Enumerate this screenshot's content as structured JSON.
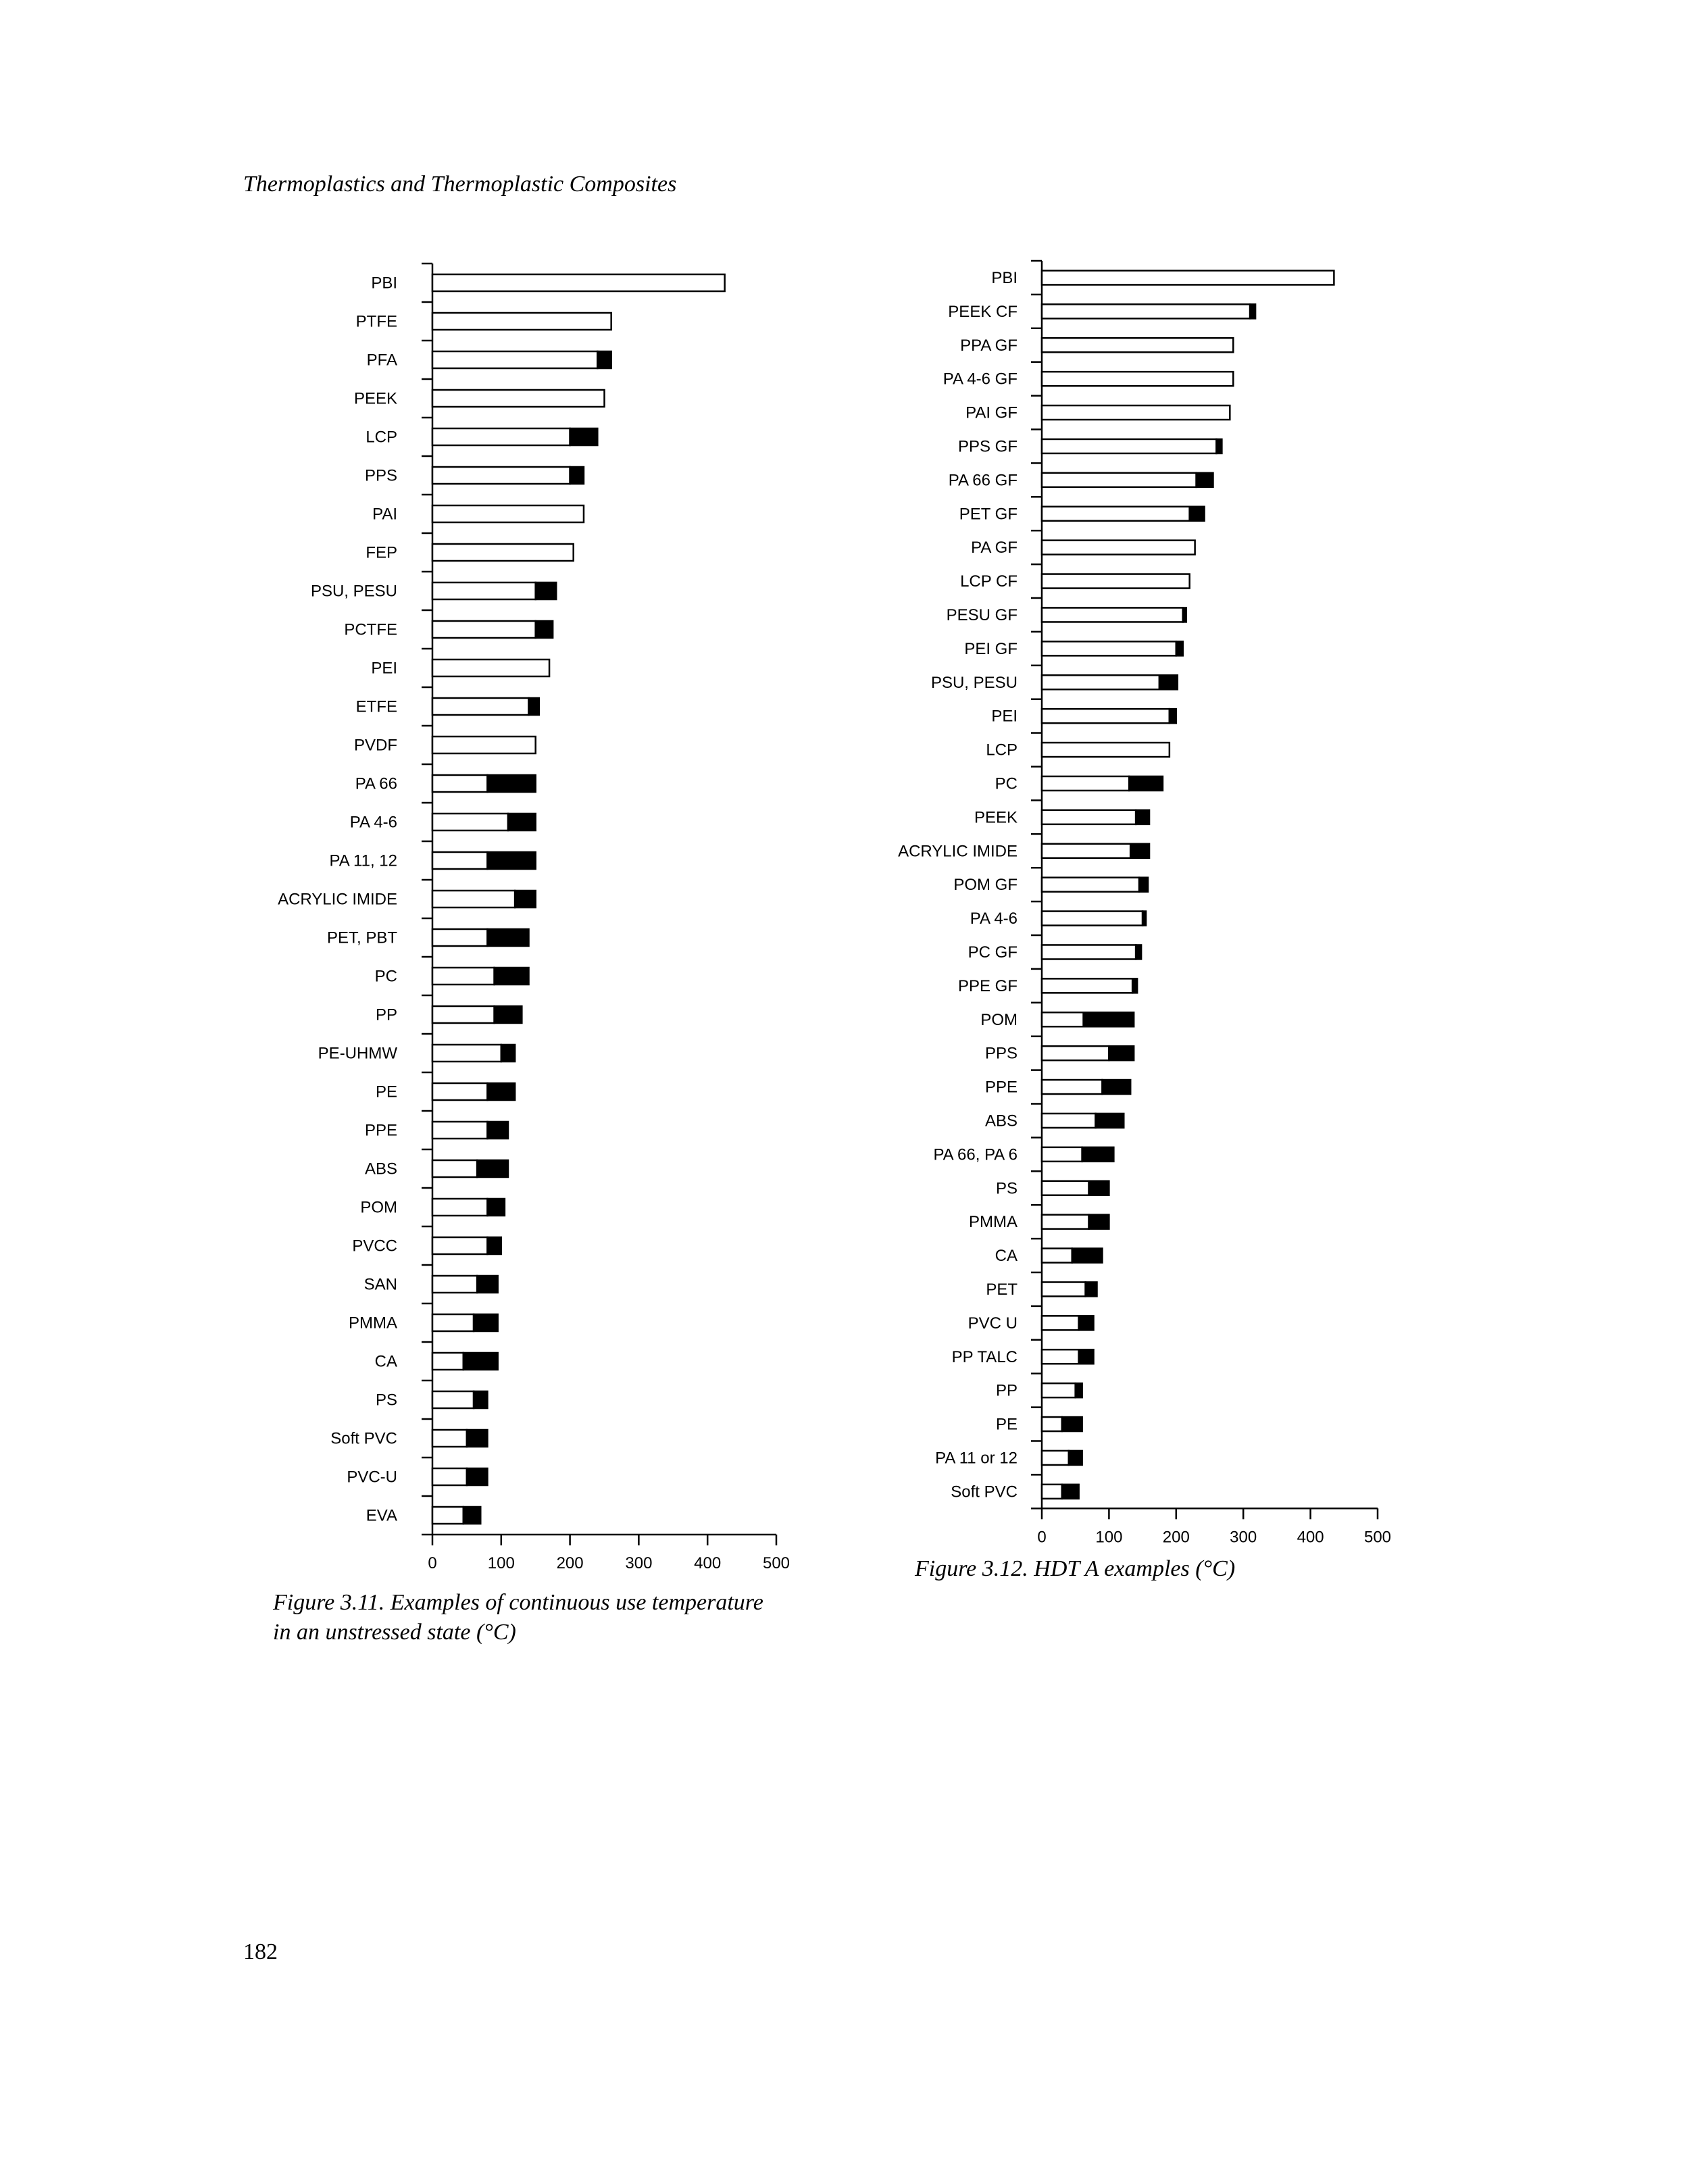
{
  "running_head": "Thermoplastics and Thermoplastic Composites",
  "page_number": "182",
  "chart_data": [
    {
      "type": "bar",
      "caption": "Figure 3.11.    Examples of continuous use temperature\nin an unstressed state (°C)",
      "xlim": [
        0,
        500
      ],
      "xticks": [
        0,
        100,
        200,
        300,
        400,
        500
      ],
      "categories": [
        "PBI",
        "PTFE",
        "PFA",
        "PEEK",
        "LCP",
        "PPS",
        "PAI",
        "FEP",
        "PSU, PESU",
        "PCTFE",
        "PEI",
        "ETFE",
        "PVDF",
        "PA 66",
        "PA 4-6",
        "PA 11, 12",
        "ACRYLIC IMIDE",
        "PET, PBT",
        "PC",
        "PP",
        "PE-UHMW",
        "PE",
        "PPE",
        "ABS",
        "POM",
        "PVCC",
        "SAN",
        "PMMA",
        "CA",
        "PS",
        "Soft PVC",
        "PVC-U",
        "EVA"
      ],
      "low": [
        425,
        260,
        240,
        250,
        200,
        200,
        220,
        205,
        150,
        150,
        170,
        140,
        150,
        80,
        110,
        80,
        120,
        80,
        90,
        90,
        100,
        80,
        80,
        65,
        80,
        80,
        65,
        60,
        45,
        60,
        50,
        50,
        45
      ],
      "high": [
        425,
        260,
        260,
        250,
        240,
        220,
        220,
        205,
        180,
        175,
        170,
        155,
        150,
        150,
        150,
        150,
        150,
        140,
        140,
        130,
        120,
        120,
        110,
        110,
        105,
        100,
        95,
        95,
        95,
        80,
        80,
        80,
        70
      ]
    },
    {
      "type": "bar",
      "caption": "Figure 3.12.    HDT A examples (°C)",
      "xlim": [
        0,
        500
      ],
      "xticks": [
        0,
        100,
        200,
        300,
        400,
        500
      ],
      "categories": [
        "PBI",
        "PEEK  CF",
        "PPA GF",
        "PA 4-6 GF",
        "PAI GF",
        "PPS GF",
        "PA 66 GF",
        "PET GF",
        "PA GF",
        "LCP  CF",
        "PESU GF",
        "PEI GF",
        "PSU, PESU",
        "PEI",
        "LCP",
        "PC",
        "PEEK",
        "ACRYLIC IMIDE",
        "POM GF",
        "PA 4-6",
        "PC GF",
        "PPE GF",
        "POM",
        "PPS",
        "PPE",
        "ABS",
        "PA 66, PA 6",
        "PS",
        "PMMA",
        "CA",
        "PET",
        "PVC U",
        "PP TALC",
        "PP",
        "PE",
        "PA 11 or 12",
        "Soft PVC"
      ],
      "low": [
        435,
        310,
        285,
        285,
        280,
        260,
        230,
        220,
        228,
        220,
        210,
        200,
        175,
        190,
        190,
        130,
        140,
        132,
        145,
        150,
        140,
        135,
        62,
        100,
        90,
        80,
        60,
        70,
        70,
        45,
        65,
        55,
        55,
        50,
        30,
        40,
        30
      ],
      "high": [
        435,
        318,
        285,
        285,
        280,
        268,
        255,
        242,
        228,
        220,
        215,
        210,
        202,
        200,
        190,
        180,
        160,
        160,
        158,
        155,
        148,
        142,
        137,
        137,
        132,
        122,
        107,
        100,
        100,
        90,
        82,
        77,
        77,
        60,
        60,
        60,
        55
      ]
    }
  ]
}
